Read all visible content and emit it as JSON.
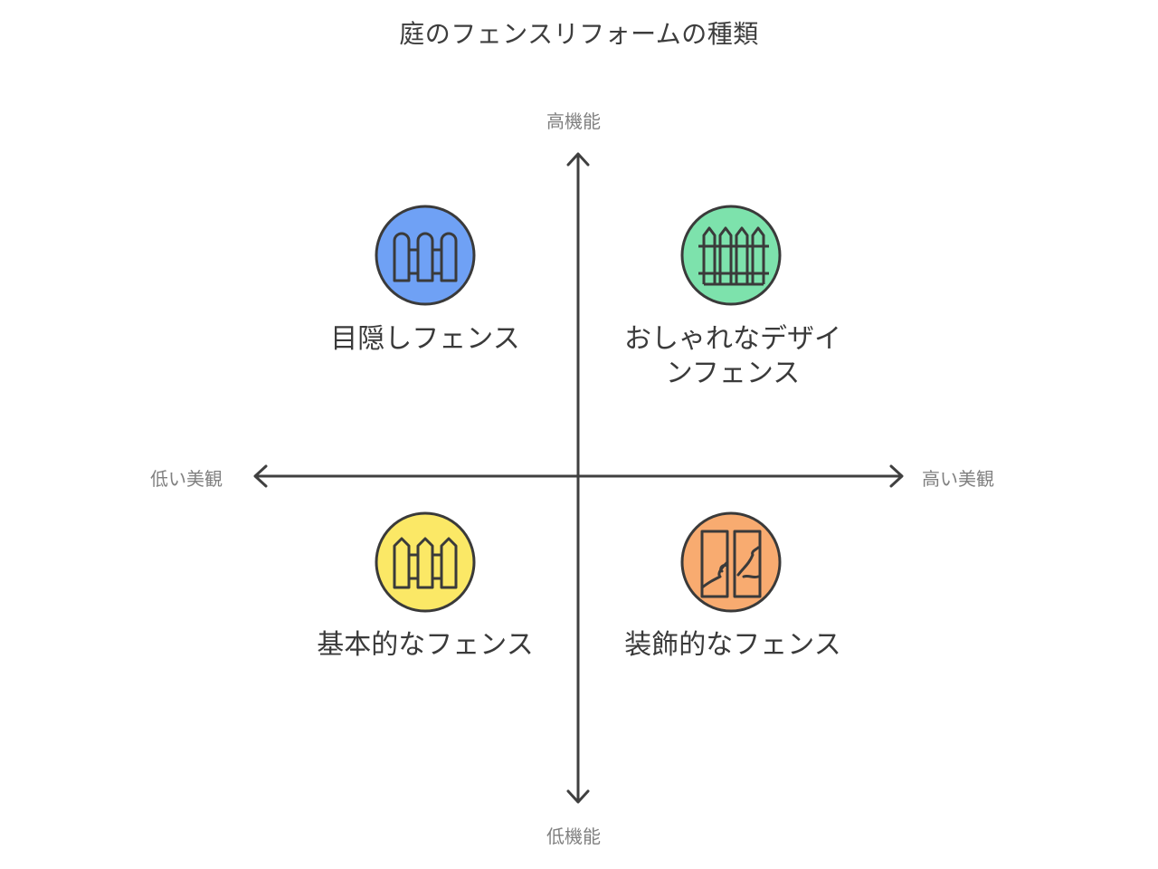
{
  "title": "庭のフェンスリフォームの種類",
  "axes": {
    "top": "高機能",
    "bottom": "低機能",
    "left": "低い美観",
    "right": "高い美観"
  },
  "quadrants": [
    {
      "position": "top-left",
      "label": "目隠しフェンス",
      "icon": "rounded-fence-icon",
      "color": "#6fa1f5"
    },
    {
      "position": "top-right",
      "label_line1": "おしゃれなデザイ",
      "label_line2": "ンフェンス",
      "icon": "picket-fence-icon",
      "color": "#7de2ac"
    },
    {
      "position": "bottom-left",
      "label": "基本的なフェンス",
      "icon": "pointed-fence-icon",
      "color": "#fbe866"
    },
    {
      "position": "bottom-right",
      "label": "装飾的なフェンス",
      "icon": "decorative-panel-icon",
      "color": "#f8ab70"
    }
  ],
  "colors": {
    "axis": "#404040",
    "outline": "#3a3a3a",
    "axis_label": "#808080"
  }
}
